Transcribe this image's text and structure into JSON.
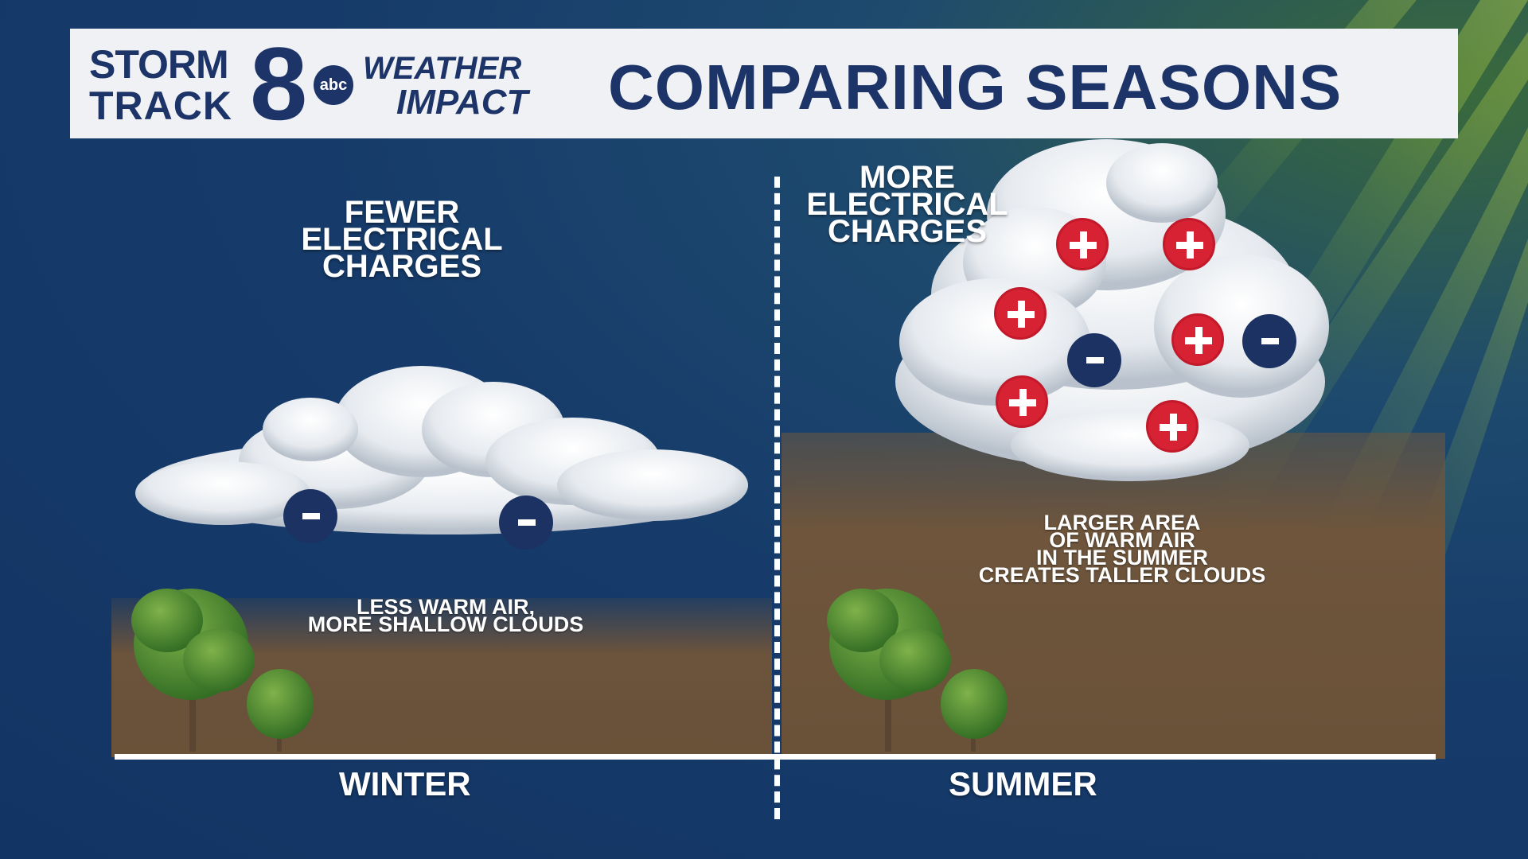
{
  "header": {
    "logo_storm": "STORM",
    "logo_track": "TRACK",
    "logo_number": "8",
    "logo_network": "abc",
    "logo_weather": "WEATHER",
    "logo_impact": "IMPACT",
    "title": "COMPARING SEASONS"
  },
  "winter": {
    "charges_label": "FEWER\nELECTRICAL\nCHARGES",
    "air_label": "LESS WARM AIR,\nMORE SHALLOW CLOUDS",
    "season_label": "WINTER",
    "negative_charges": 2,
    "positive_charges": 0
  },
  "summer": {
    "charges_label": "MORE\nELECTRICAL\nCHARGES",
    "air_label": "LARGER AREA\nOF WARM AIR\nIN THE SUMMER\nCREATES TALLER CLOUDS",
    "season_label": "SUMMER",
    "negative_charges": 2,
    "positive_charges": 6
  },
  "colors": {
    "background": "#163b6a",
    "header_text": "#1d3468",
    "positive_charge": "#d62232",
    "negative_charge": "#1b3262",
    "ground": "#6a5239"
  }
}
